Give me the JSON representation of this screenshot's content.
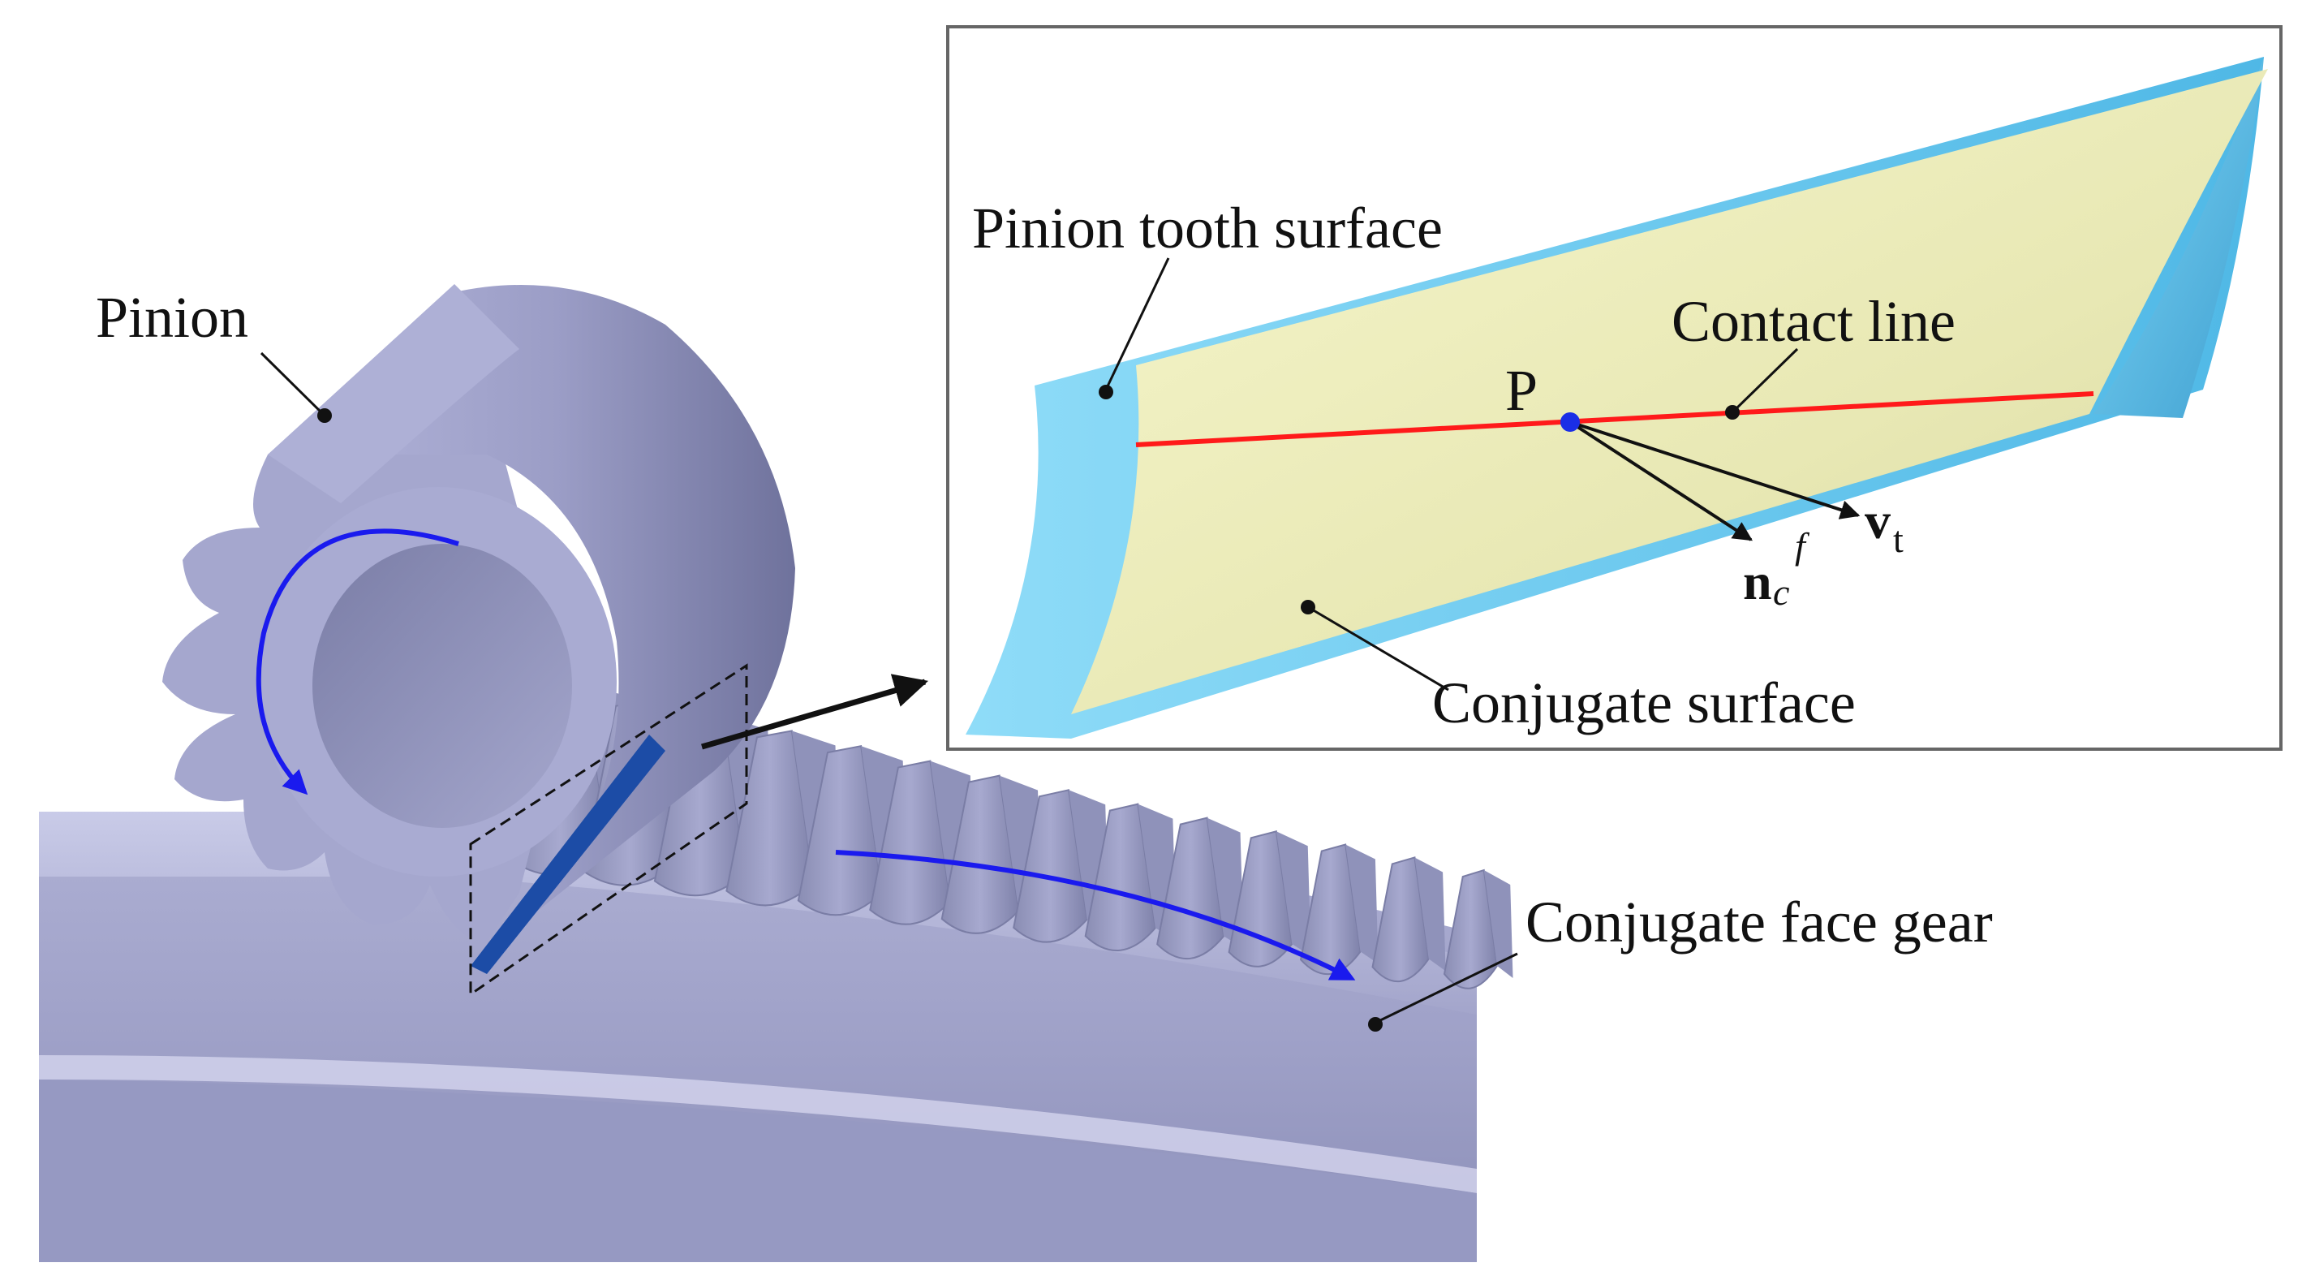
{
  "labels": {
    "pinion": "Pinion",
    "pinion_tooth_surface": "Pinion tooth surface",
    "contact_line": "Contact line",
    "point_p": "P",
    "conjugate_surface": "Conjugate surface",
    "conjugate_face_gear": "Conjugate face gear"
  },
  "symbols": {
    "v_main": "v",
    "v_sub": "t",
    "n_main": "n",
    "n_sub": "c",
    "n_sup": "f"
  },
  "colors": {
    "gear_body": "#9ea0c6",
    "gear_light": "#c6c7e6",
    "gear_dark": "#7b7ea6",
    "pinion_surface": "#5bc8f0",
    "conjugate_surface": "#eeeebb",
    "contact_line": "#ff1a1a",
    "rotation_arrow": "#1a1aee",
    "point_p": "#1a2ee6",
    "leader": "#111111"
  }
}
